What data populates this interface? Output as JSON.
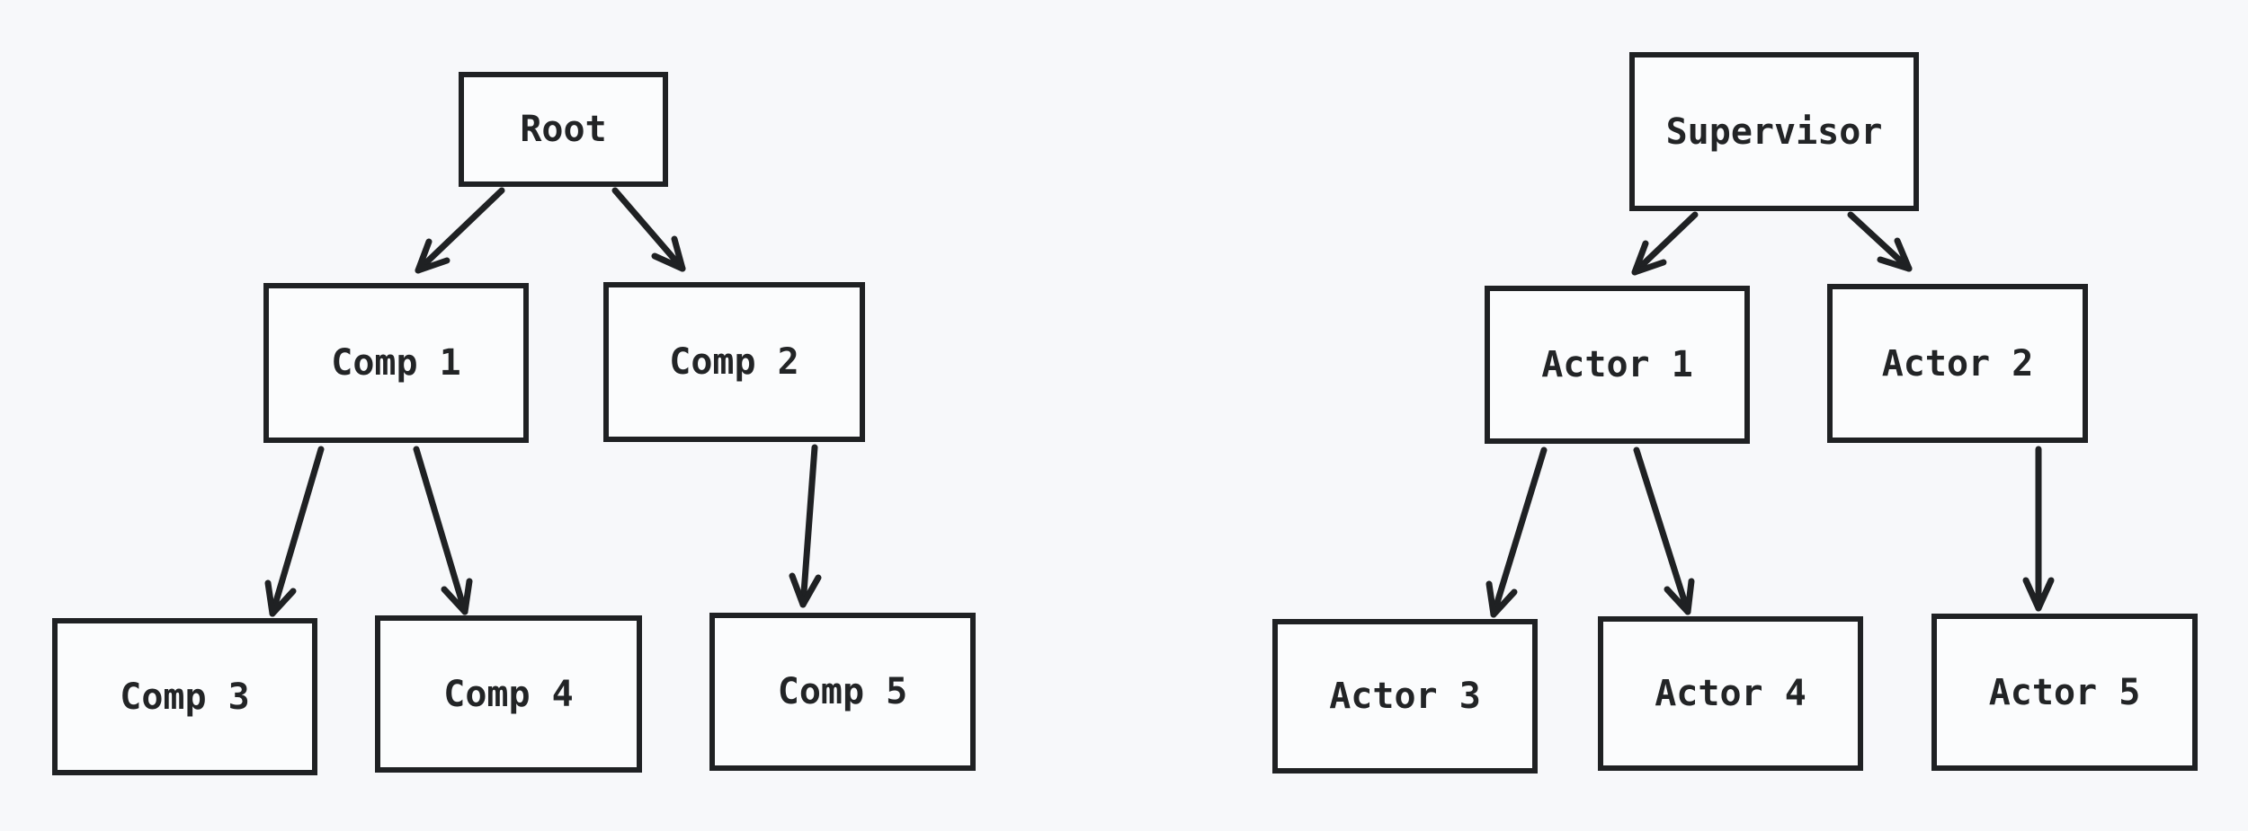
{
  "diagram": {
    "kind": "tree-pair",
    "background_color": "#f7f8fa",
    "box_fill_color": "#fbfcfd",
    "stroke_color": "#1f2123",
    "text_color": "#222426"
  },
  "nodes": {
    "root": "Root",
    "comp1": "Comp 1",
    "comp2": "Comp 2",
    "comp3": "Comp 3",
    "comp4": "Comp 4",
    "comp5": "Comp 5",
    "supervisor": "Supervisor",
    "actor1": "Actor 1",
    "actor2": "Actor 2",
    "actor3": "Actor 3",
    "actor4": "Actor 4",
    "actor5": "Actor 5"
  },
  "trees": [
    {
      "root": "Root",
      "edges": [
        [
          "Root",
          "Comp 1"
        ],
        [
          "Root",
          "Comp 2"
        ],
        [
          "Comp 1",
          "Comp 3"
        ],
        [
          "Comp 1",
          "Comp 4"
        ],
        [
          "Comp 2",
          "Comp 5"
        ]
      ]
    },
    {
      "root": "Supervisor",
      "edges": [
        [
          "Supervisor",
          "Actor 1"
        ],
        [
          "Supervisor",
          "Actor 2"
        ],
        [
          "Actor 1",
          "Actor 3"
        ],
        [
          "Actor 1",
          "Actor 4"
        ],
        [
          "Actor 2",
          "Actor 5"
        ]
      ]
    }
  ]
}
